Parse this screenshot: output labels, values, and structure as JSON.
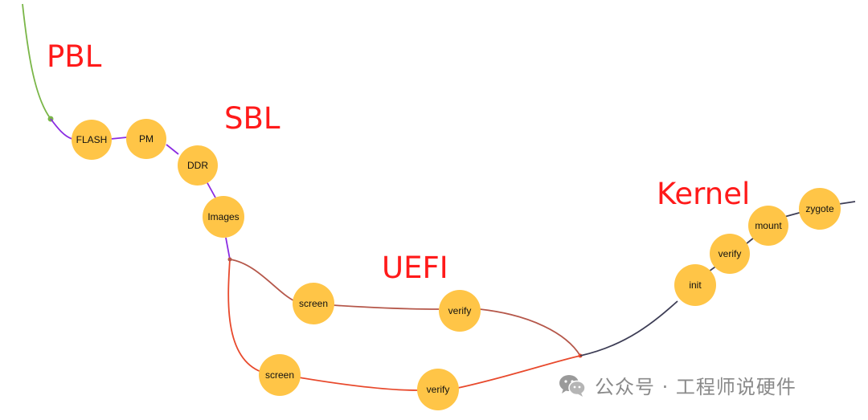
{
  "stages": {
    "pbl": "PBL",
    "sbl": "SBL",
    "uefi": "UEFI",
    "kernel": "Kernel"
  },
  "nodes": {
    "flash": "FLASH",
    "pm": "PM",
    "ddr": "DDR",
    "images": "Images",
    "screen_upper": "screen",
    "verify_upper": "verify",
    "screen_lower": "screen",
    "verify_lower": "verify",
    "init": "init",
    "verify_kernel": "verify",
    "mount": "mount",
    "zygote": "zygote"
  },
  "colors": {
    "pbl_path": "#7ab648",
    "sbl_path": "#8a2be2",
    "uefi_upper_path": "#b5574a",
    "uefi_lower_path": "#e8492c",
    "kernel_path": "#3d3d55",
    "node_fill": "#ffc547",
    "stage_label": "#ff1a1a"
  },
  "watermark": {
    "icon": "wechat-icon",
    "text": "公众号 · 工程师说硬件"
  }
}
